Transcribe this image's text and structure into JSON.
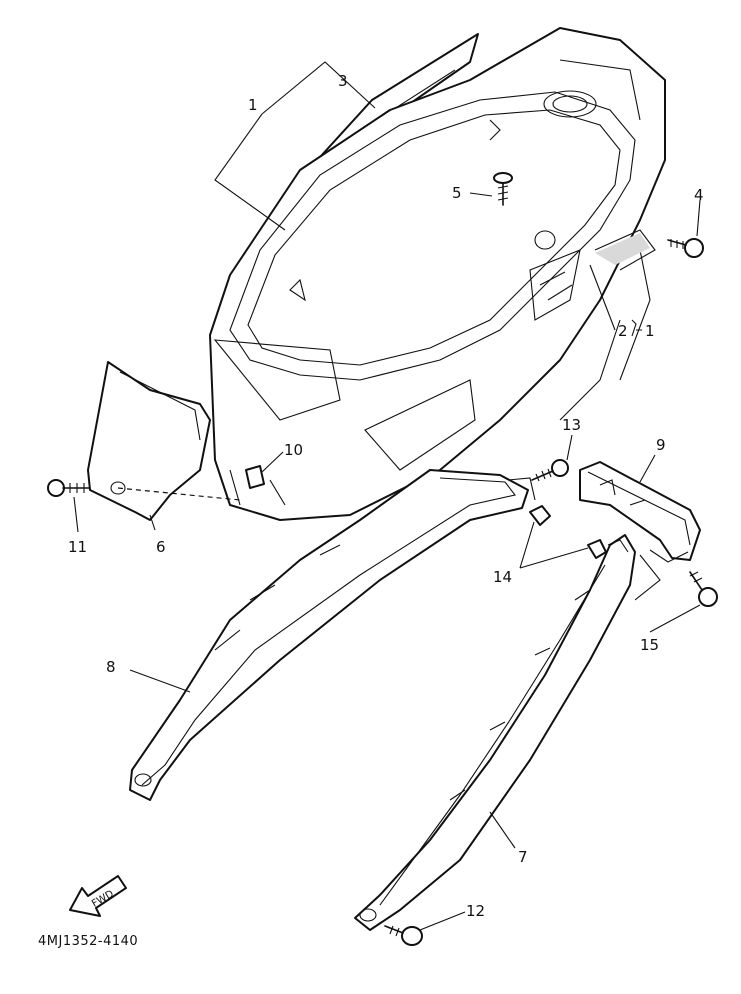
{
  "diagram": {
    "code": "4MJ1352-4140",
    "fwd_label": "FWD",
    "callouts": [
      {
        "id": "c1",
        "label": "1"
      },
      {
        "id": "c3",
        "label": "3"
      },
      {
        "id": "c5",
        "label": "5"
      },
      {
        "id": "c4",
        "label": "4"
      },
      {
        "id": "c2",
        "label": "2"
      },
      {
        "id": "c2s",
        "label": "1"
      },
      {
        "id": "c13",
        "label": "13"
      },
      {
        "id": "c9",
        "label": "9"
      },
      {
        "id": "c10",
        "label": "10"
      },
      {
        "id": "c11",
        "label": "11"
      },
      {
        "id": "c6",
        "label": "6"
      },
      {
        "id": "c14",
        "label": "14"
      },
      {
        "id": "c8",
        "label": "8"
      },
      {
        "id": "c15",
        "label": "15"
      },
      {
        "id": "c7",
        "label": "7"
      },
      {
        "id": "c12",
        "label": "12"
      }
    ]
  }
}
